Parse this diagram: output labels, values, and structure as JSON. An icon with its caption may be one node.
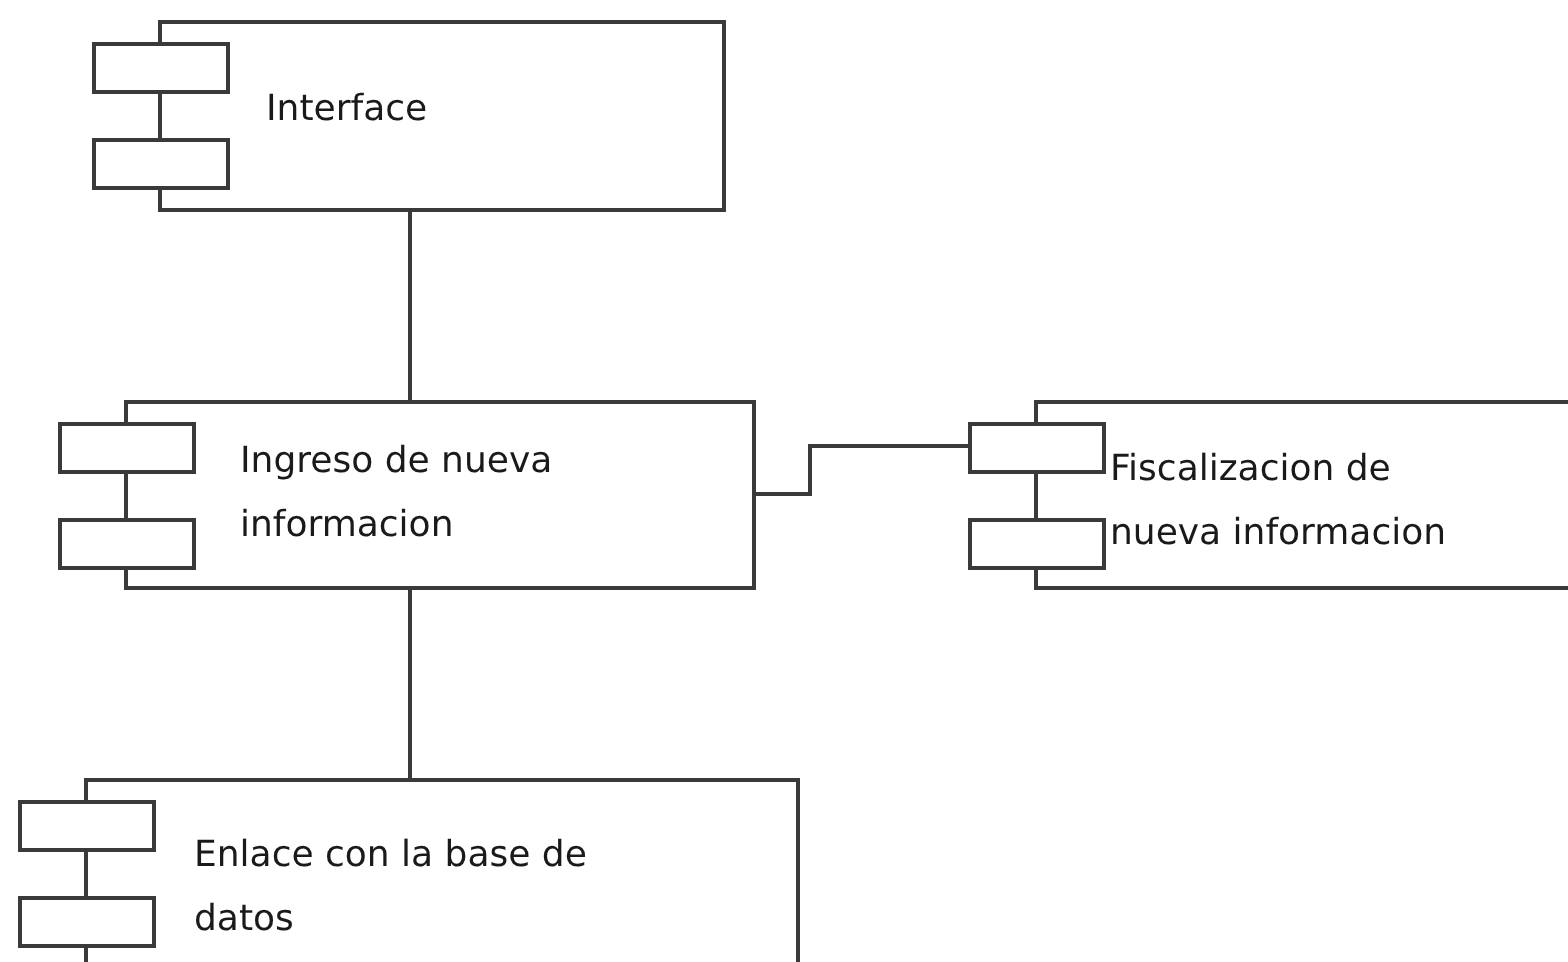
{
  "diagram": {
    "nodes": [
      {
        "text": [
          "Interface"
        ]
      },
      {
        "text": [
          "Ingreso de nueva informacion"
        ]
      },
      {
        "text": [
          "Fiscalizacion de nueva informacion"
        ]
      },
      {
        "text": [
          "Enlace con la base de datos"
        ]
      }
    ],
    "edges": [
      {
        "from": 0,
        "to": 1,
        "arrow": "none"
      },
      {
        "from": 1,
        "to": 2,
        "arrow": "none"
      },
      {
        "from": 1,
        "to": 3,
        "arrow": "none"
      }
    ]
  }
}
